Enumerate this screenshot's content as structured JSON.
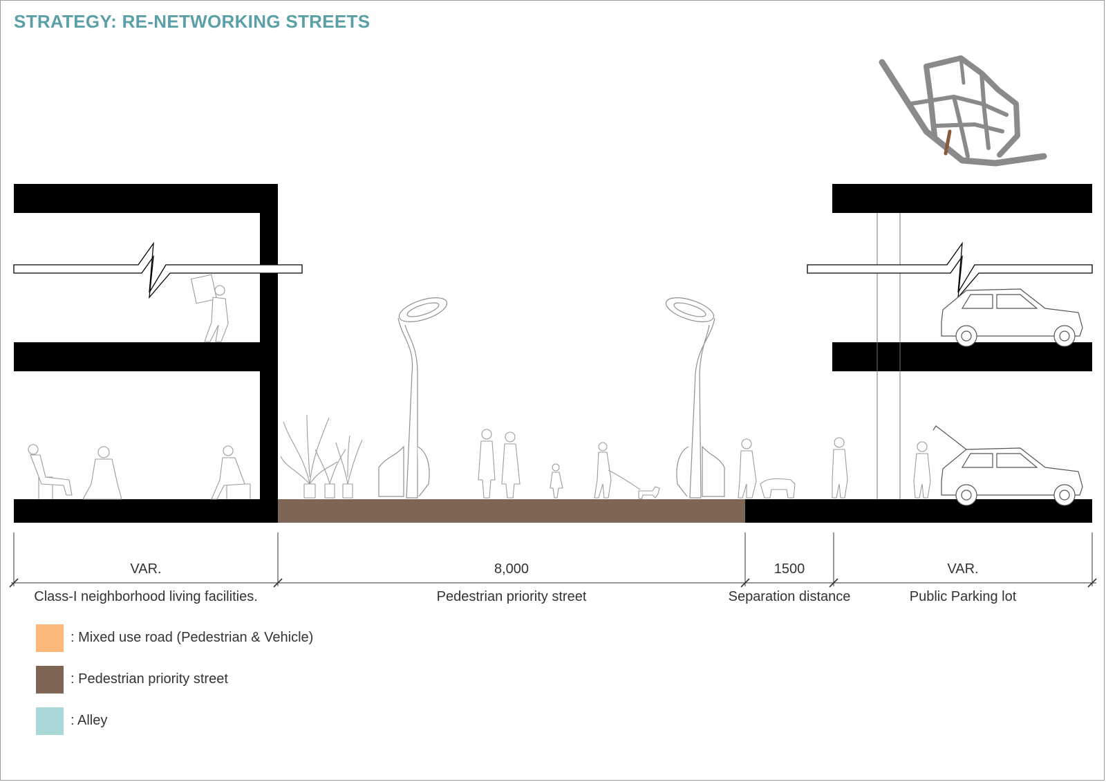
{
  "title": "STRATEGY: RE-NETWORKING STREETS",
  "colors": {
    "title": "#5aa0a6",
    "building": "#000000",
    "pedestrian_street": "#7d6656",
    "mixed_use_road": "#fbb878",
    "alley": "#a8d8d8",
    "figure_line": "#9b9b9b",
    "map_road": "#8a8a8a",
    "map_highlight": "#8a5a3c"
  },
  "dimensions": [
    {
      "value": "VAR.",
      "label": "Class-I neighborhood living facilities."
    },
    {
      "value": "8,000",
      "label": "Pedestrian priority street"
    },
    {
      "value": "1500",
      "label": "Separation distance"
    },
    {
      "value": "VAR.",
      "label": "Public Parking lot"
    }
  ],
  "legend": [
    {
      "label": ": Mixed use road (Pedestrian & Vehicle)",
      "color": "#fbb878"
    },
    {
      "label": ": Pedestrian priority street",
      "color": "#7d6656"
    },
    {
      "label": ": Alley",
      "color": "#a8d8d8"
    }
  ],
  "icons": [
    "key-map-icon",
    "street-lamp-icon",
    "car-icon",
    "person-icon",
    "plant-icon",
    "dog-icon",
    "bench-icon"
  ]
}
